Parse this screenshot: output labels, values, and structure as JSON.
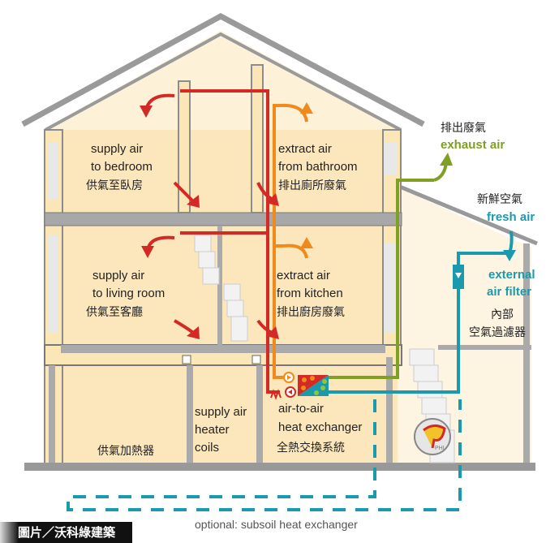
{
  "rooms": {
    "bedroom": {
      "en1": "supply air",
      "en2": "to bedroom",
      "cn": "供氣至臥房"
    },
    "bathroom": {
      "en1": "extract air",
      "en2": "from bathroom",
      "cn": "排出廁所廢氣"
    },
    "living": {
      "en1": "supply air",
      "en2": "to living room",
      "cn": "供氣至客廳"
    },
    "kitchen": {
      "en1": "extract air",
      "en2": "from kitchen",
      "cn": "排出廚房廢氣"
    }
  },
  "exhaust": {
    "cn": "排出廢氣",
    "en": "exhaust air"
  },
  "fresh": {
    "cn": "新鮮空氣",
    "en": "fresh air"
  },
  "filter": {
    "en1": "external",
    "en2": "air filter",
    "cn1": "內部",
    "cn2": "空氣過濾器"
  },
  "heater": {
    "cn": "供氣加熱器",
    "en1": "supply air",
    "en2": "heater",
    "en3": "coils"
  },
  "exchanger": {
    "en1": "air-to-air",
    "en2": "heat exchanger",
    "cn": "全熱交換系統"
  },
  "subsoil": "optional: subsoil heat exchanger",
  "badge": "PHI",
  "credit": "圖片／沃科綠建築",
  "colors": {
    "supply": "#d42a25",
    "extract": "#f08a1d",
    "exhaust": "#7f9f25",
    "fresh": "#1b9aae",
    "wall": "#fbe9c4",
    "structure": "#8c8c8c"
  }
}
